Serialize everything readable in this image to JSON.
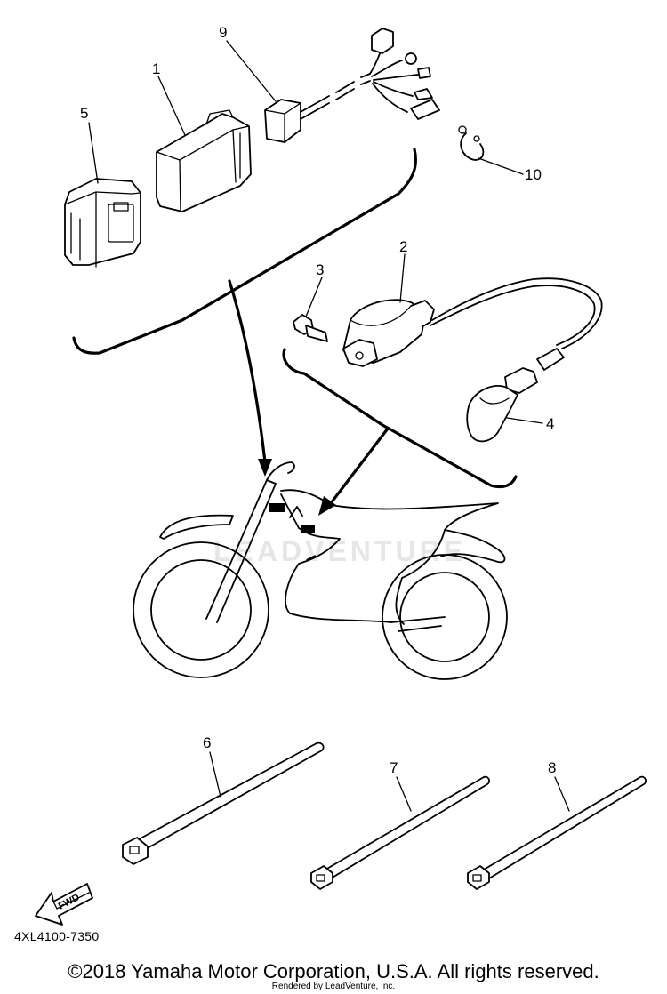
{
  "diagram": {
    "callouts": [
      {
        "id": "1",
        "label": "1"
      },
      {
        "id": "2",
        "label": "2"
      },
      {
        "id": "3",
        "label": "3"
      },
      {
        "id": "4",
        "label": "4"
      },
      {
        "id": "5",
        "label": "5"
      },
      {
        "id": "6",
        "label": "6"
      },
      {
        "id": "7",
        "label": "7"
      },
      {
        "id": "8",
        "label": "8"
      },
      {
        "id": "9",
        "label": "9"
      },
      {
        "id": "10",
        "label": "10"
      }
    ],
    "fwd_label": "FWD",
    "part_code": "4XL4100-7350",
    "watermark": "LEADVENTURE"
  },
  "footer": {
    "copyright": "©2018 Yamaha Motor Corporation, U.S.A. All rights reserved.",
    "rendered_by": "Rendered by LeadVenture, Inc."
  }
}
